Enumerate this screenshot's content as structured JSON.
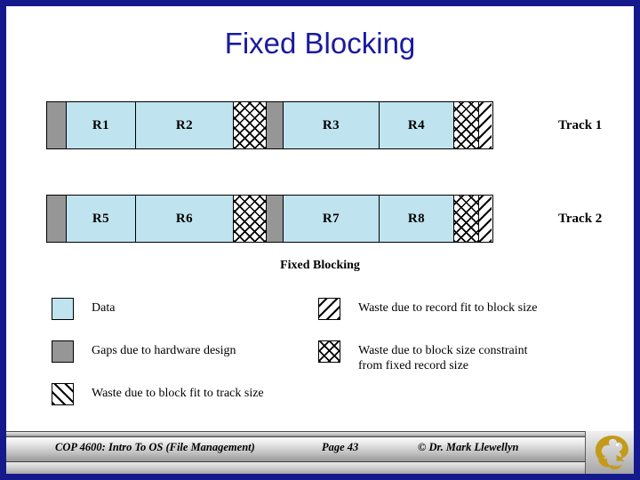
{
  "slide": {
    "title": "Fixed Blocking",
    "border_color": "#141a8c",
    "title_color": "#1a1a9e",
    "background": "#ffffff"
  },
  "figure": {
    "caption": "Fixed Blocking",
    "colors": {
      "data": "#bfe3ef",
      "gap": "#969696",
      "outline": "#000000"
    },
    "tracks": [
      {
        "label": "Track 1",
        "segments": [
          {
            "kind": "gap",
            "label": "",
            "width": 22
          },
          {
            "kind": "data",
            "label": "R1",
            "width": 78
          },
          {
            "kind": "data",
            "label": "R2",
            "width": 110
          },
          {
            "kind": "cross",
            "label": "",
            "width": 37
          },
          {
            "kind": "gap",
            "label": "",
            "width": 19
          },
          {
            "kind": "data",
            "label": "R3",
            "width": 108
          },
          {
            "kind": "data",
            "label": "R4",
            "width": 84
          },
          {
            "kind": "cross",
            "label": "",
            "width": 28
          },
          {
            "kind": "diag-back",
            "label": "",
            "width": 14
          }
        ]
      },
      {
        "label": "Track 2",
        "segments": [
          {
            "kind": "gap",
            "label": "",
            "width": 22
          },
          {
            "kind": "data",
            "label": "R5",
            "width": 78
          },
          {
            "kind": "data",
            "label": "R6",
            "width": 110
          },
          {
            "kind": "cross",
            "label": "",
            "width": 37
          },
          {
            "kind": "gap",
            "label": "",
            "width": 19
          },
          {
            "kind": "data",
            "label": "R7",
            "width": 108
          },
          {
            "kind": "data",
            "label": "R8",
            "width": 84
          },
          {
            "kind": "cross",
            "label": "",
            "width": 28
          },
          {
            "kind": "diag-back",
            "label": "",
            "width": 14
          }
        ]
      }
    ]
  },
  "legend": {
    "left": [
      {
        "pattern": "data",
        "text": "Data"
      },
      {
        "pattern": "gap",
        "text": "Gaps due to hardware design"
      },
      {
        "pattern": "diag",
        "text": "Waste due to block fit to track size"
      }
    ],
    "right": [
      {
        "pattern": "diag-back",
        "text": "Waste due to record fit to block size"
      },
      {
        "pattern": "cross",
        "text": "Waste due to block size constraint\nfrom fixed record size"
      }
    ]
  },
  "footer": {
    "course": "COP 4600: Intro To OS  (File Management)",
    "page": "Page 43",
    "copyright": "© Dr. Mark Llewellyn",
    "logo_color": "#c49a1a"
  }
}
